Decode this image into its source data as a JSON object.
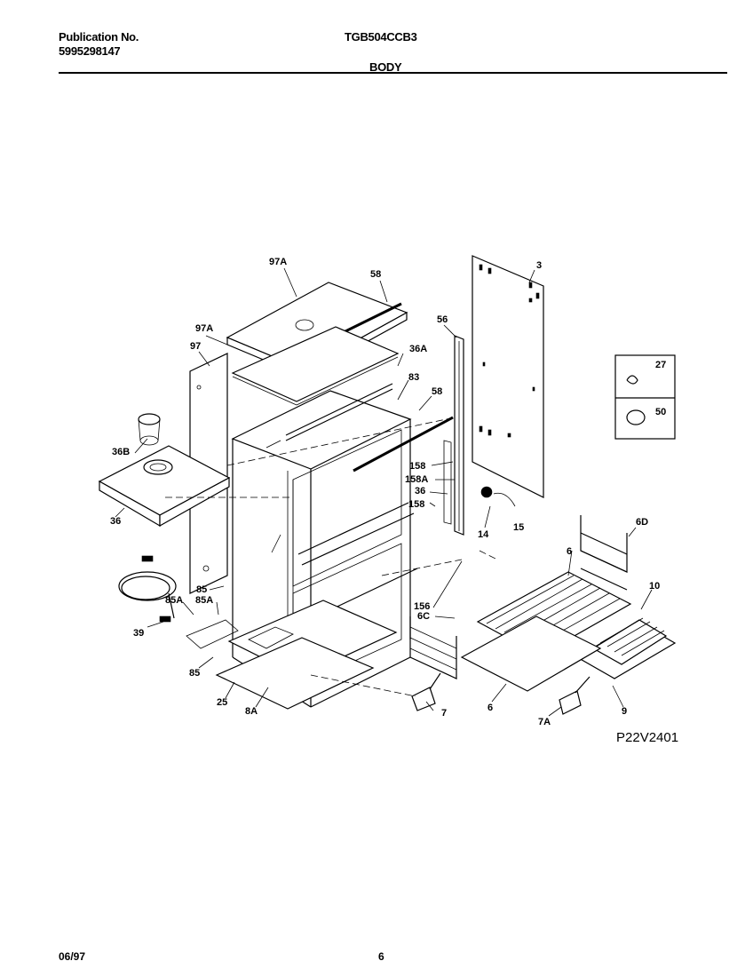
{
  "header": {
    "publication_label": "Publication No.",
    "publication_number": "5995298147",
    "model": "TGB504CCB3",
    "section": "BODY"
  },
  "footer": {
    "date": "06/97",
    "page": "6"
  },
  "diagram_code": "P22V2401",
  "callouts": [
    {
      "id": "c-97a-top",
      "text": "97A"
    },
    {
      "id": "c-58-top",
      "text": "58"
    },
    {
      "id": "c-97a",
      "text": "97A"
    },
    {
      "id": "c-97",
      "text": "97"
    },
    {
      "id": "c-36a",
      "text": "36A"
    },
    {
      "id": "c-83",
      "text": "83"
    },
    {
      "id": "c-58-mid",
      "text": "58"
    },
    {
      "id": "c-56",
      "text": "56"
    },
    {
      "id": "c-3",
      "text": "3"
    },
    {
      "id": "c-36b",
      "text": "36B"
    },
    {
      "id": "c-36",
      "text": "36"
    },
    {
      "id": "c-158-a",
      "text": "158"
    },
    {
      "id": "c-158a",
      "text": "158A"
    },
    {
      "id": "c-36-mid",
      "text": "36"
    },
    {
      "id": "c-158-b",
      "text": "158"
    },
    {
      "id": "c-14",
      "text": "14"
    },
    {
      "id": "c-15",
      "text": "15"
    },
    {
      "id": "c-27",
      "text": "27"
    },
    {
      "id": "c-50",
      "text": "50"
    },
    {
      "id": "c-6d",
      "text": "6D"
    },
    {
      "id": "c-6",
      "text": "6"
    },
    {
      "id": "c-10",
      "text": "10"
    },
    {
      "id": "c-85",
      "text": "85"
    },
    {
      "id": "c-85a-l",
      "text": "85A"
    },
    {
      "id": "c-85a-r",
      "text": "85A"
    },
    {
      "id": "c-39",
      "text": "39"
    },
    {
      "id": "c-156",
      "text": "156"
    },
    {
      "id": "c-6c",
      "text": "6C"
    },
    {
      "id": "c-85-low",
      "text": "85"
    },
    {
      "id": "c-25",
      "text": "25"
    },
    {
      "id": "c-8a",
      "text": "8A"
    },
    {
      "id": "c-7",
      "text": "7"
    },
    {
      "id": "c-6-low",
      "text": "6"
    },
    {
      "id": "c-7a",
      "text": "7A"
    },
    {
      "id": "c-9",
      "text": "9"
    }
  ]
}
